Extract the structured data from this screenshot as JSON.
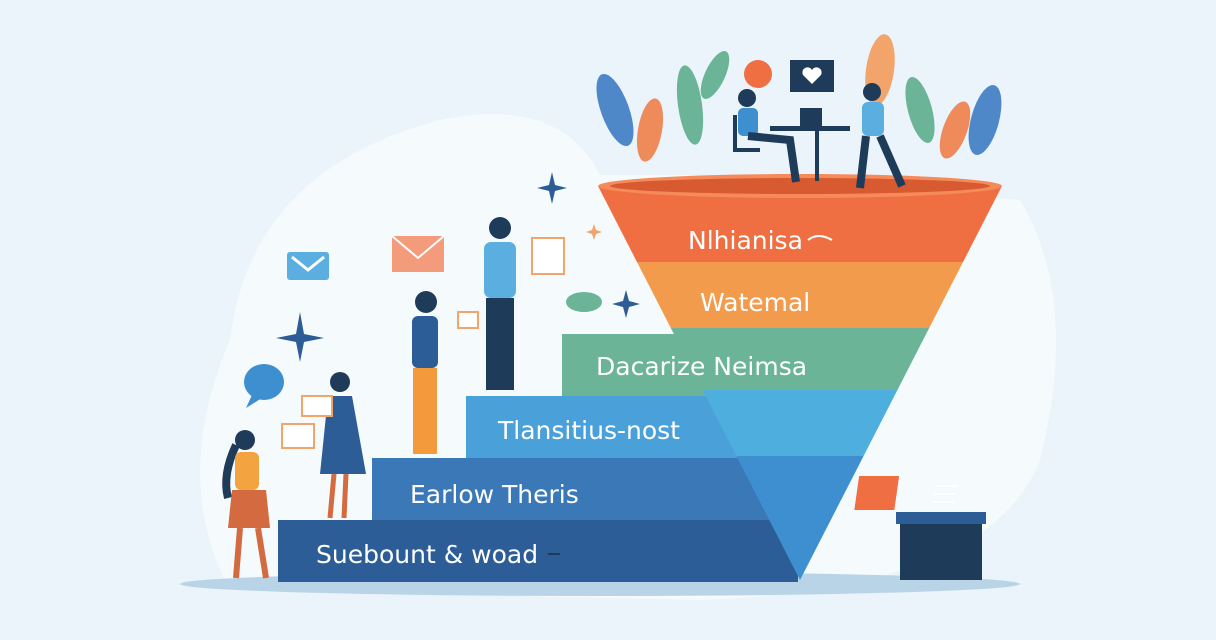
{
  "funnel": {
    "levels": [
      {
        "label": "Nlhianisa",
        "color": "#ef6f43"
      },
      {
        "label": "Watemal",
        "color": "#f39b4c"
      },
      {
        "label": "Dacarize Neimsa",
        "color": "#6bb498"
      },
      {
        "label": "Tlansitius-nost",
        "color": "#4eaede"
      },
      {
        "label": "",
        "color": "#3e8fd0"
      }
    ]
  },
  "steps": {
    "items": [
      {
        "label": "Suebount & woad",
        "color": "#2d5d96"
      },
      {
        "label": "Earlow Theris",
        "color": "#3a78b8"
      },
      {
        "label": "Tlansitius-nost",
        "color": "#4aa0d8"
      },
      {
        "label": "Dacarize Neimsa",
        "color": "#6bb498"
      }
    ]
  },
  "icons": [
    "mail-icon",
    "envelope-icon",
    "chat-bubble-icon",
    "speech-bubble-icon",
    "heart-message-icon",
    "sparkle-icon",
    "leaf-icon"
  ],
  "colors": {
    "background": "#eaf4fa",
    "accent": "#ef6f43",
    "navy": "#1f3b5a"
  }
}
